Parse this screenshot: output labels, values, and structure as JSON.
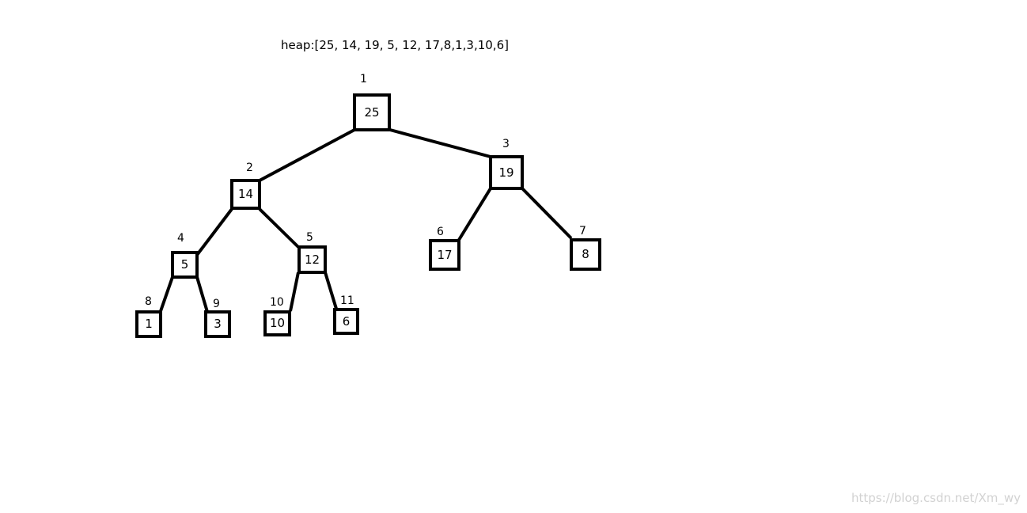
{
  "heap_label": "heap:[25, 14, 19, 5, 12, 17,8,1,3,10,6]",
  "watermark": "https://blog.csdn.net/Xm_wy",
  "colors": {
    "stroke": "#000000",
    "watermark": "#d2d2d2"
  },
  "nodes": [
    {
      "index": "1",
      "value": "25"
    },
    {
      "index": "2",
      "value": "14"
    },
    {
      "index": "3",
      "value": "19"
    },
    {
      "index": "4",
      "value": "5"
    },
    {
      "index": "5",
      "value": "12"
    },
    {
      "index": "6",
      "value": "17"
    },
    {
      "index": "7",
      "value": "8"
    },
    {
      "index": "8",
      "value": "1"
    },
    {
      "index": "9",
      "value": "3"
    },
    {
      "index": "10",
      "value": "10"
    },
    {
      "index": "11",
      "value": "6"
    }
  ]
}
